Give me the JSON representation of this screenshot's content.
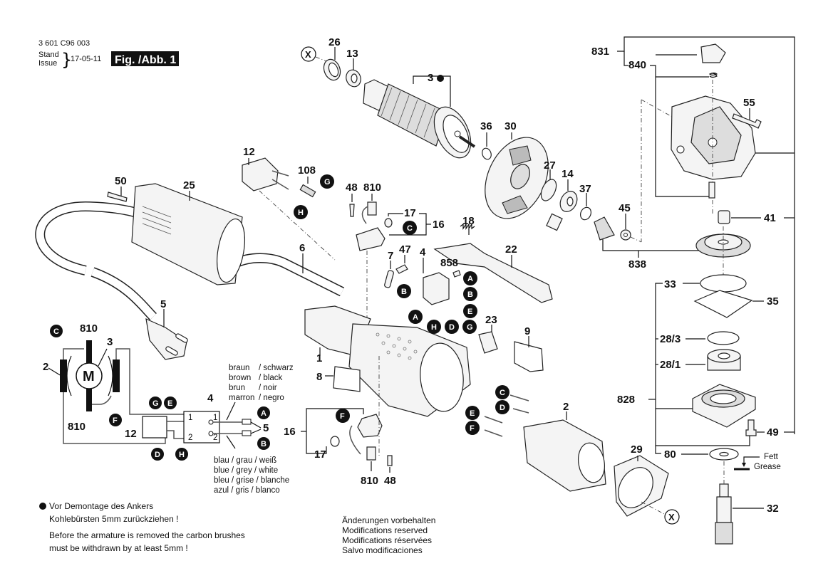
{
  "header": {
    "part_number": "3 601 C96 003",
    "stand_label": "Stand",
    "issue_label": "Issue",
    "date": "17-05-11",
    "figure_label": "Fig. /Abb. 1"
  },
  "part_labels": {
    "p26": "26",
    "p13": "13",
    "p3": "3",
    "p36": "36",
    "p30": "30",
    "p27": "27",
    "p14": "14",
    "p37": "37",
    "p45": "45",
    "p838": "838",
    "p831": "831",
    "p840": "840",
    "p55": "55",
    "p41": "41",
    "p33": "33",
    "p35": "35",
    "p28_3": "28/3",
    "p28_1": "28/1",
    "p828": "828",
    "p49": "49",
    "p80": "80",
    "p32": "32",
    "p29": "29",
    "p12": "12",
    "p108": "108",
    "p48a": "48",
    "p810a": "810",
    "p17a": "17",
    "p16a": "16",
    "p18": "18",
    "p22": "22",
    "p50": "50",
    "p25": "25",
    "p6": "6",
    "p5": "5",
    "p7": "7",
    "p47": "47",
    "p4": "4",
    "p858": "858",
    "p23": "23",
    "p9": "9",
    "p1": "1",
    "p8": "8",
    "p2": "2",
    "p16b": "16",
    "p17b": "17",
    "p810b": "810",
    "p48b": "48"
  },
  "connector_markers": {
    "A": "A",
    "B": "B",
    "C": "C",
    "D": "D",
    "E": "E",
    "F": "F",
    "G": "G",
    "H": "H",
    "X": "X"
  },
  "wiring": {
    "motor": "M",
    "labels": {
      "l810a": "810",
      "l3": "3",
      "l2": "2",
      "l810b": "810",
      "l12": "12",
      "l4": "4",
      "l5": "5",
      "t1a": "1",
      "t1b": "1",
      "t2a": "2",
      "t2b": "2"
    },
    "top_wire_colors": [
      "braun",
      "brown",
      "brun",
      "marron"
    ],
    "top_wire_colors_alt": [
      "/ schwarz",
      "/ black",
      "/ noir",
      "/ negro"
    ],
    "bottom_wire_colors": [
      "blau / grau / weiß",
      "blue / grey / white",
      "bleu / grise / blanche",
      "azul / gris  / blanco"
    ]
  },
  "grease": {
    "de": "Fett",
    "en": "Grease"
  },
  "notes": {
    "armature_de_1": "Vor Demontage des Ankers",
    "armature_de_2": "Kohlebürsten 5mm zurückziehen !",
    "armature_en_1": "Before the armature is removed the carbon brushes",
    "armature_en_2": "must be withdrawn by at least 5mm !",
    "mods": [
      "Änderungen vorbehalten",
      "Modifications reserved",
      "Modifications réservées",
      "Salvo modificaciones"
    ]
  }
}
